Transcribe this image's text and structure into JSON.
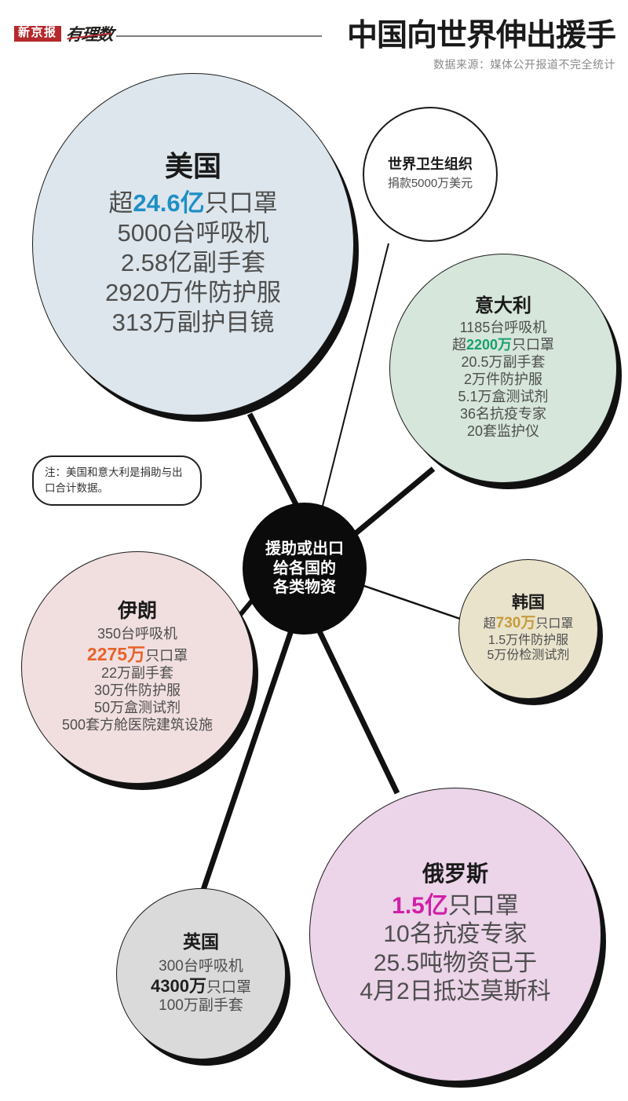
{
  "header": {
    "brand_badge": "新京报",
    "brand_script": "有理数",
    "title": "中国向世界伸出援手",
    "subtitle": "数据来源：媒体公开报道不完全统计"
  },
  "hub": {
    "line1": "援助或出口",
    "line2": "给各国的",
    "line3": "各类物资"
  },
  "note": {
    "text": "注：美国和意大利是捐助与出口合计数据。"
  },
  "colors": {
    "brand_red": "#b5282c",
    "hub_black": "#0b0b0b",
    "us_fill": "#dde6ec",
    "us_accent": "#1e8fc6",
    "italy_fill": "#d6e6da",
    "italy_accent": "#19a070",
    "iran_fill": "#f1dfe0",
    "iran_accent": "#e8622a",
    "korea_fill": "#e9e3cc",
    "korea_accent": "#c79b3a",
    "russia_fill": "#ecd4e9",
    "russia_accent": "#d21fa8",
    "uk_fill": "#dadada",
    "uk_accent": "#20201f",
    "who_fill": "#ffffff"
  },
  "chart_data": {
    "type": "diagram",
    "title": "中国向世界伸出援手",
    "subtitle": "数据来源：媒体公开报道不完全统计",
    "center": "援助或出口给各国的各类物资",
    "nodes": [
      {
        "id": "us",
        "name": "美国",
        "items": [
          "超24.6亿只口罩",
          "5000台呼吸机",
          "2.58亿副手套",
          "2920万件防护服",
          "313万副护目镜"
        ],
        "highlight": "24.6亿"
      },
      {
        "id": "who",
        "name": "世界卫生组织",
        "items": [
          "捐款5000万美元"
        ],
        "highlight": ""
      },
      {
        "id": "italy",
        "name": "意大利",
        "items": [
          "1185台呼吸机",
          "超2200万只口罩",
          "20.5万副手套",
          "2万件防护服",
          "5.1万盒测试剂",
          "36名抗疫专家",
          "20套监护仪"
        ],
        "highlight": "2200万"
      },
      {
        "id": "iran",
        "name": "伊朗",
        "items": [
          "350台呼吸机",
          "2275万只口罩",
          "22万副手套",
          "30万件防护服",
          "50万盒测试剂",
          "500套方舱医院建筑设施"
        ],
        "highlight": "2275万"
      },
      {
        "id": "korea",
        "name": "韩国",
        "items": [
          "超730万只口罩",
          "1.5万件防护服",
          "5万份检测试剂"
        ],
        "highlight": "730万"
      },
      {
        "id": "russia",
        "name": "俄罗斯",
        "items": [
          "1.5亿只口罩",
          "10名抗疫专家",
          "25.5吨物资已于",
          "4月2日抵达莫斯科"
        ],
        "highlight": "1.5亿"
      },
      {
        "id": "uk",
        "name": "英国",
        "items": [
          "300台呼吸机",
          "4300万只口罩",
          "100万副手套"
        ],
        "highlight": "4300万"
      }
    ],
    "note": "注：美国和意大利是捐助与出口合计数据。"
  },
  "us": {
    "name": "美国",
    "l1_pre": "超",
    "l1_hl": "24.6亿",
    "l1_post": "只口罩",
    "l2": "5000台呼吸机",
    "l3": "2.58亿副手套",
    "l4": "2920万件防护服",
    "l5": "313万副护目镜"
  },
  "who": {
    "name": "世界卫生组织",
    "l1": "捐款5000万美元"
  },
  "italy": {
    "name": "意大利",
    "l1": "1185台呼吸机",
    "l2_pre": "超",
    "l2_hl": "2200万",
    "l2_post": "只口罩",
    "l3": "20.5万副手套",
    "l4": "2万件防护服",
    "l5": "5.1万盒测试剂",
    "l6": "36名抗疫专家",
    "l7": "20套监护仪"
  },
  "iran": {
    "name": "伊朗",
    "l1": "350台呼吸机",
    "l2_hl": "2275万",
    "l2_post": "只口罩",
    "l3": "22万副手套",
    "l4": "30万件防护服",
    "l5": "50万盒测试剂",
    "l6": "500套方舱医院建筑设施"
  },
  "korea": {
    "name": "韩国",
    "l1_pre": "超",
    "l1_hl": "730万",
    "l1_post": "只口罩",
    "l2": "1.5万件防护服",
    "l3": "5万份检测试剂"
  },
  "russia": {
    "name": "俄罗斯",
    "l1_hl": "1.5亿",
    "l1_post": "只口罩",
    "l2": "10名抗疫专家",
    "l3": "25.5吨物资已于",
    "l4": "4月2日抵达莫斯科"
  },
  "uk": {
    "name": "英国",
    "l1": "300台呼吸机",
    "l2_hl": "4300万",
    "l2_post": "只口罩",
    "l3": "100万副手套"
  }
}
